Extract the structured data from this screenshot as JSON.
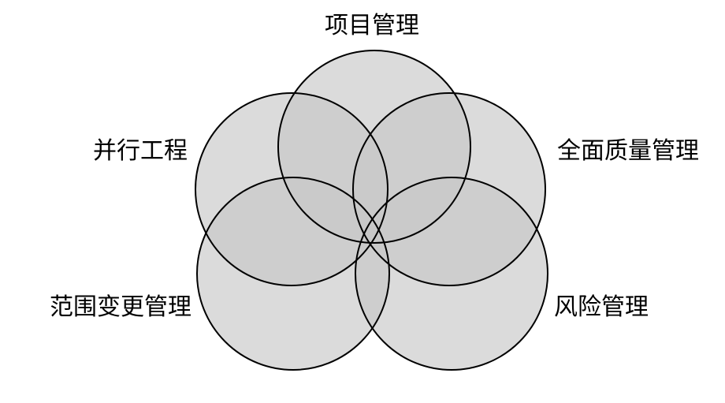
{
  "diagram": {
    "type": "venn",
    "fill_color": "#c8c8c8",
    "fill_opacity": 0.65,
    "stroke_color": "#000000",
    "sets": [
      {
        "id": "project",
        "label": "项目管理"
      },
      {
        "id": "concurrent",
        "label": "并行工程"
      },
      {
        "id": "tqm",
        "label": "全面质量管理"
      },
      {
        "id": "scope",
        "label": "范围变更管理"
      },
      {
        "id": "risk",
        "label": "风险管理"
      }
    ]
  }
}
